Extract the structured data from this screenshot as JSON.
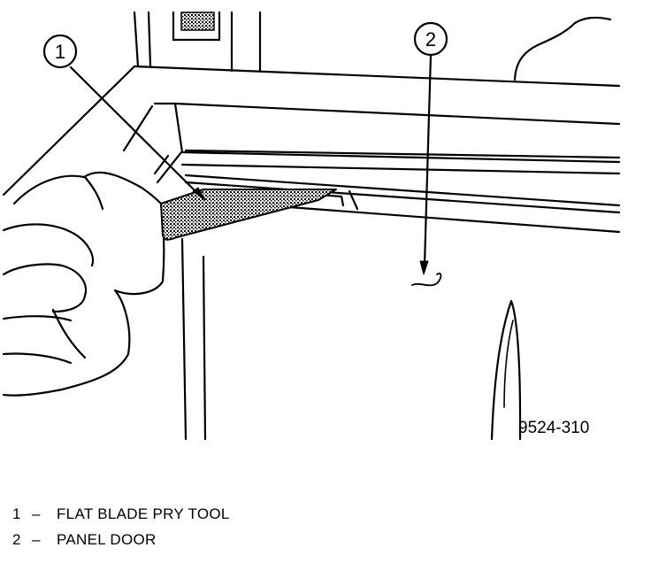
{
  "figure_id": "9524-310",
  "callouts": [
    {
      "number": "1",
      "label": "FLAT BLADE PRY TOOL"
    },
    {
      "number": "2",
      "label": "PANEL DOOR"
    }
  ],
  "legend_separator": "–",
  "colors": {
    "ink": "#000000",
    "background": "#ffffff",
    "blade_fill": "#9a9a9a"
  }
}
